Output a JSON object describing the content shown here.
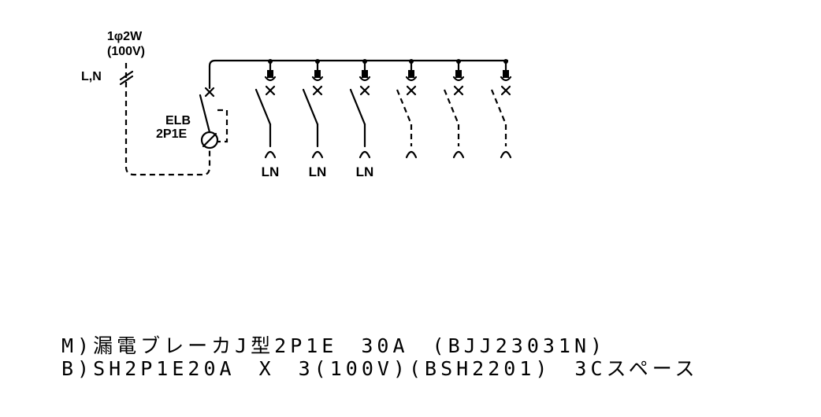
{
  "supply": {
    "phase_label": "1φ2W",
    "voltage_label": "(100V)",
    "conductors_label": "L,N"
  },
  "main_breaker": {
    "type_label": "ELB",
    "poles_label": "2P1E"
  },
  "branches": [
    {
      "status": "installed",
      "load_label": "LN"
    },
    {
      "status": "installed",
      "load_label": "LN"
    },
    {
      "status": "installed",
      "load_label": "LN"
    },
    {
      "status": "space",
      "load_label": ""
    },
    {
      "status": "space",
      "load_label": ""
    },
    {
      "status": "space",
      "load_label": ""
    }
  ],
  "spec": {
    "main_line": "M)漏電ブレーカJ型2P1E　30A　(BJJ23031N)",
    "branch_line": "B)SH2P1E20A　X　3(100V)(BSH2201)　3Cスペース"
  }
}
